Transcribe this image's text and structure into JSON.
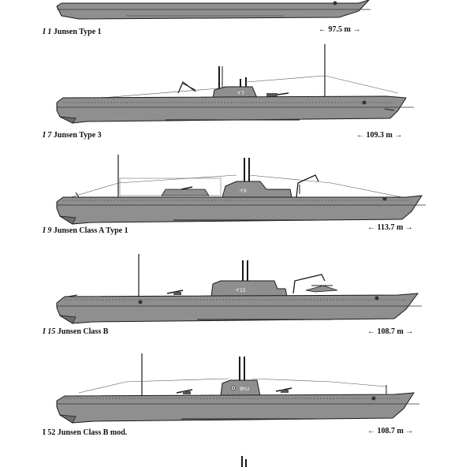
{
  "submarines": [
    {
      "number": "I 1",
      "name": "Junsen Type 1",
      "length": "← 97.5 m →",
      "hull_mark": "",
      "italic": true
    },
    {
      "number": "I 7",
      "name": "Junsen Type 3",
      "length": "← 109.3 m →",
      "hull_mark": "イ7",
      "italic": true
    },
    {
      "number": "I 9",
      "name": "Junsen Class A Type 1",
      "length": "← 113.7 m →",
      "hull_mark": "イ9",
      "italic": true
    },
    {
      "number": "I 15",
      "name": "Junsen Class B",
      "length": "← 108.7 m →",
      "hull_mark": "イ15",
      "italic": true
    },
    {
      "number": "I 52",
      "name": "Junsen Class B mod.",
      "length": "← 108.7 m →",
      "hull_mark": "伊52",
      "italic": false
    }
  ],
  "colors": {
    "hull": "#8f8f8f",
    "hull_dark": "#6e6e6e",
    "outline": "#1a1a1a",
    "waterline": "#333333"
  }
}
